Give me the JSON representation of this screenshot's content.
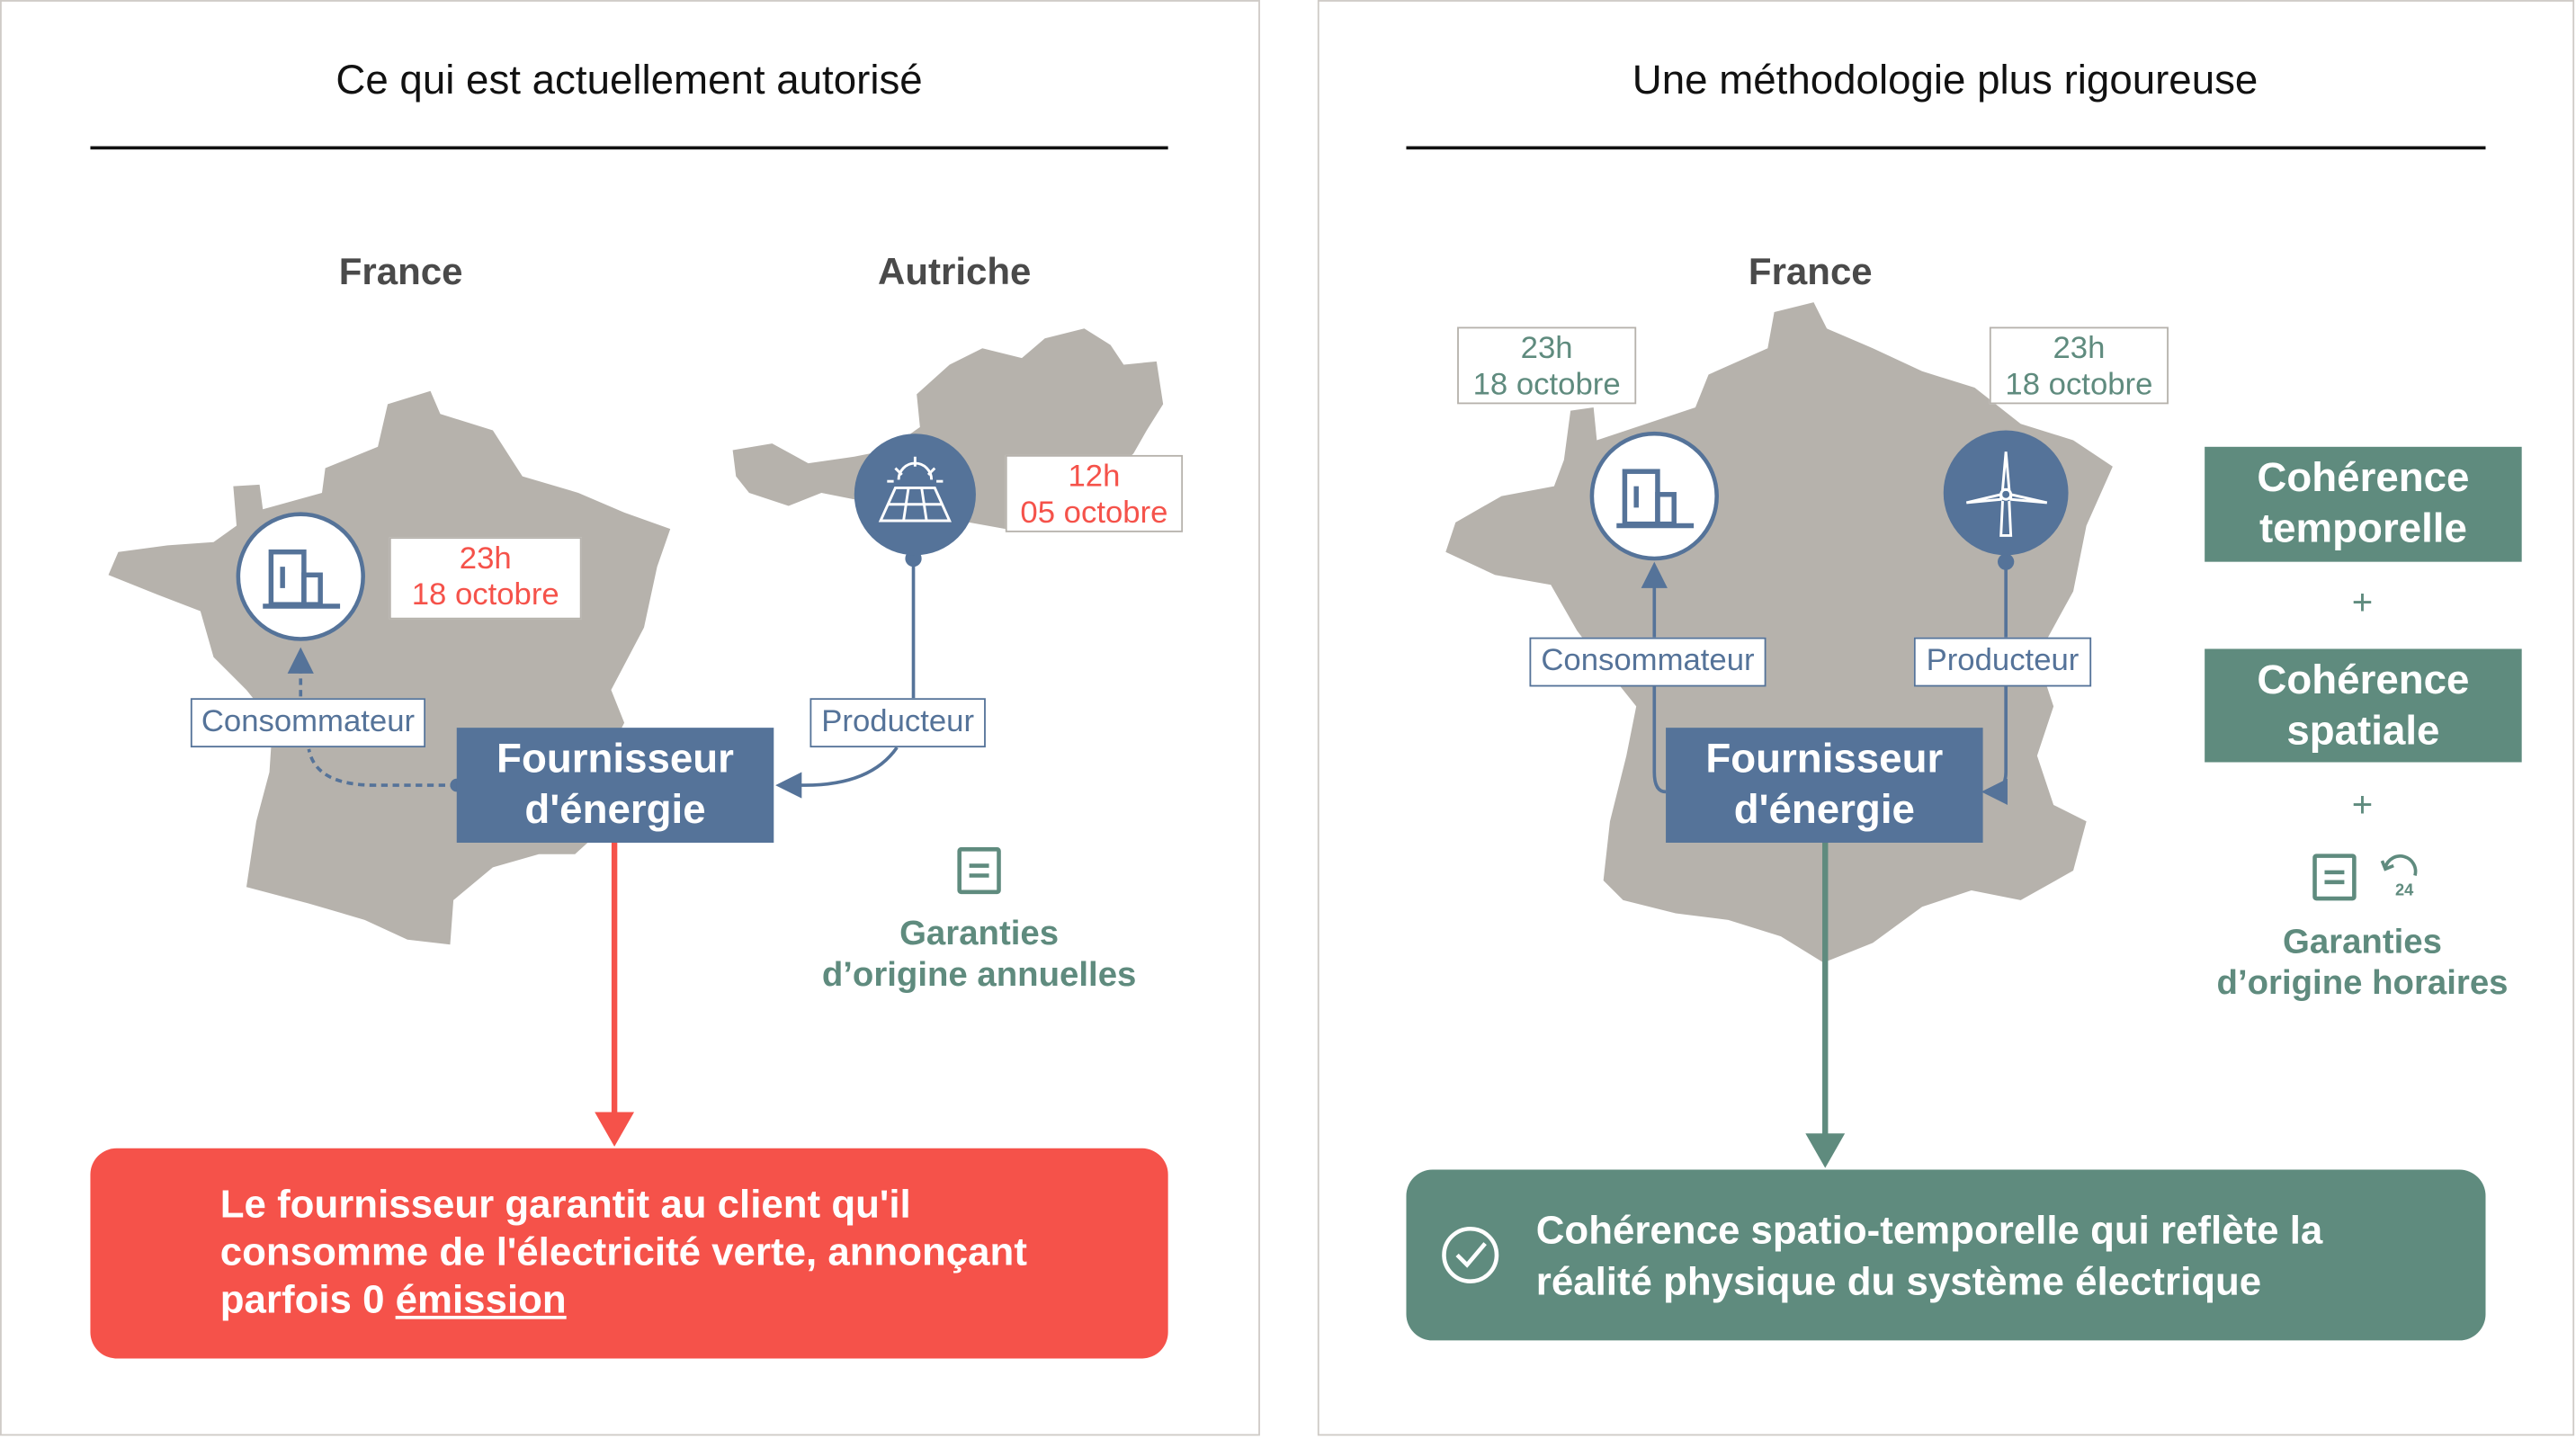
{
  "left": {
    "title": "Ce qui est actuellement autorisé",
    "country_1": "France",
    "country_2": "Autriche",
    "consumer_date": {
      "time": "23h",
      "day": "18 octobre"
    },
    "producer_date": {
      "time": "12h",
      "day": "05 octobre"
    },
    "consumer_label": "Consommateur",
    "producer_label": "Producteur",
    "supplier": {
      "line1": "Fournisseur",
      "line2": "d'énergie"
    },
    "guarantees": {
      "line1": "Garanties",
      "line2": "d’origine annuelles"
    },
    "message": {
      "line1": "Le fournisseur garantit au client qu'il",
      "line2": "consomme de l'électricité verte, annonçant",
      "line3_prefix": "parfois 0 ",
      "line3_link": "émission"
    }
  },
  "right": {
    "title": "Une méthodologie plus rigoureuse",
    "country": "France",
    "consumer_date": {
      "time": "23h",
      "day": "18 octobre"
    },
    "producer_date": {
      "time": "23h",
      "day": "18 octobre"
    },
    "consumer_label": "Consommateur",
    "producer_label": "Producteur",
    "supplier": {
      "line1": "Fournisseur",
      "line2": "d'énergie"
    },
    "coherence_1": {
      "line1": "Cohérence",
      "line2": "temporelle"
    },
    "plus": "+",
    "coherence_2": {
      "line1": "Cohérence",
      "line2": "spatiale"
    },
    "guarantees": {
      "line1": "Garanties",
      "line2": "d’origine horaires"
    },
    "message": {
      "line1": "Cohérence spatio-temporelle qui reflète la",
      "line2": "réalité physique du système électrique"
    }
  },
  "colors": {
    "blue": "#557399",
    "green": "#5f8b7e",
    "red": "#f5524a",
    "map": "#b6b2ac"
  }
}
